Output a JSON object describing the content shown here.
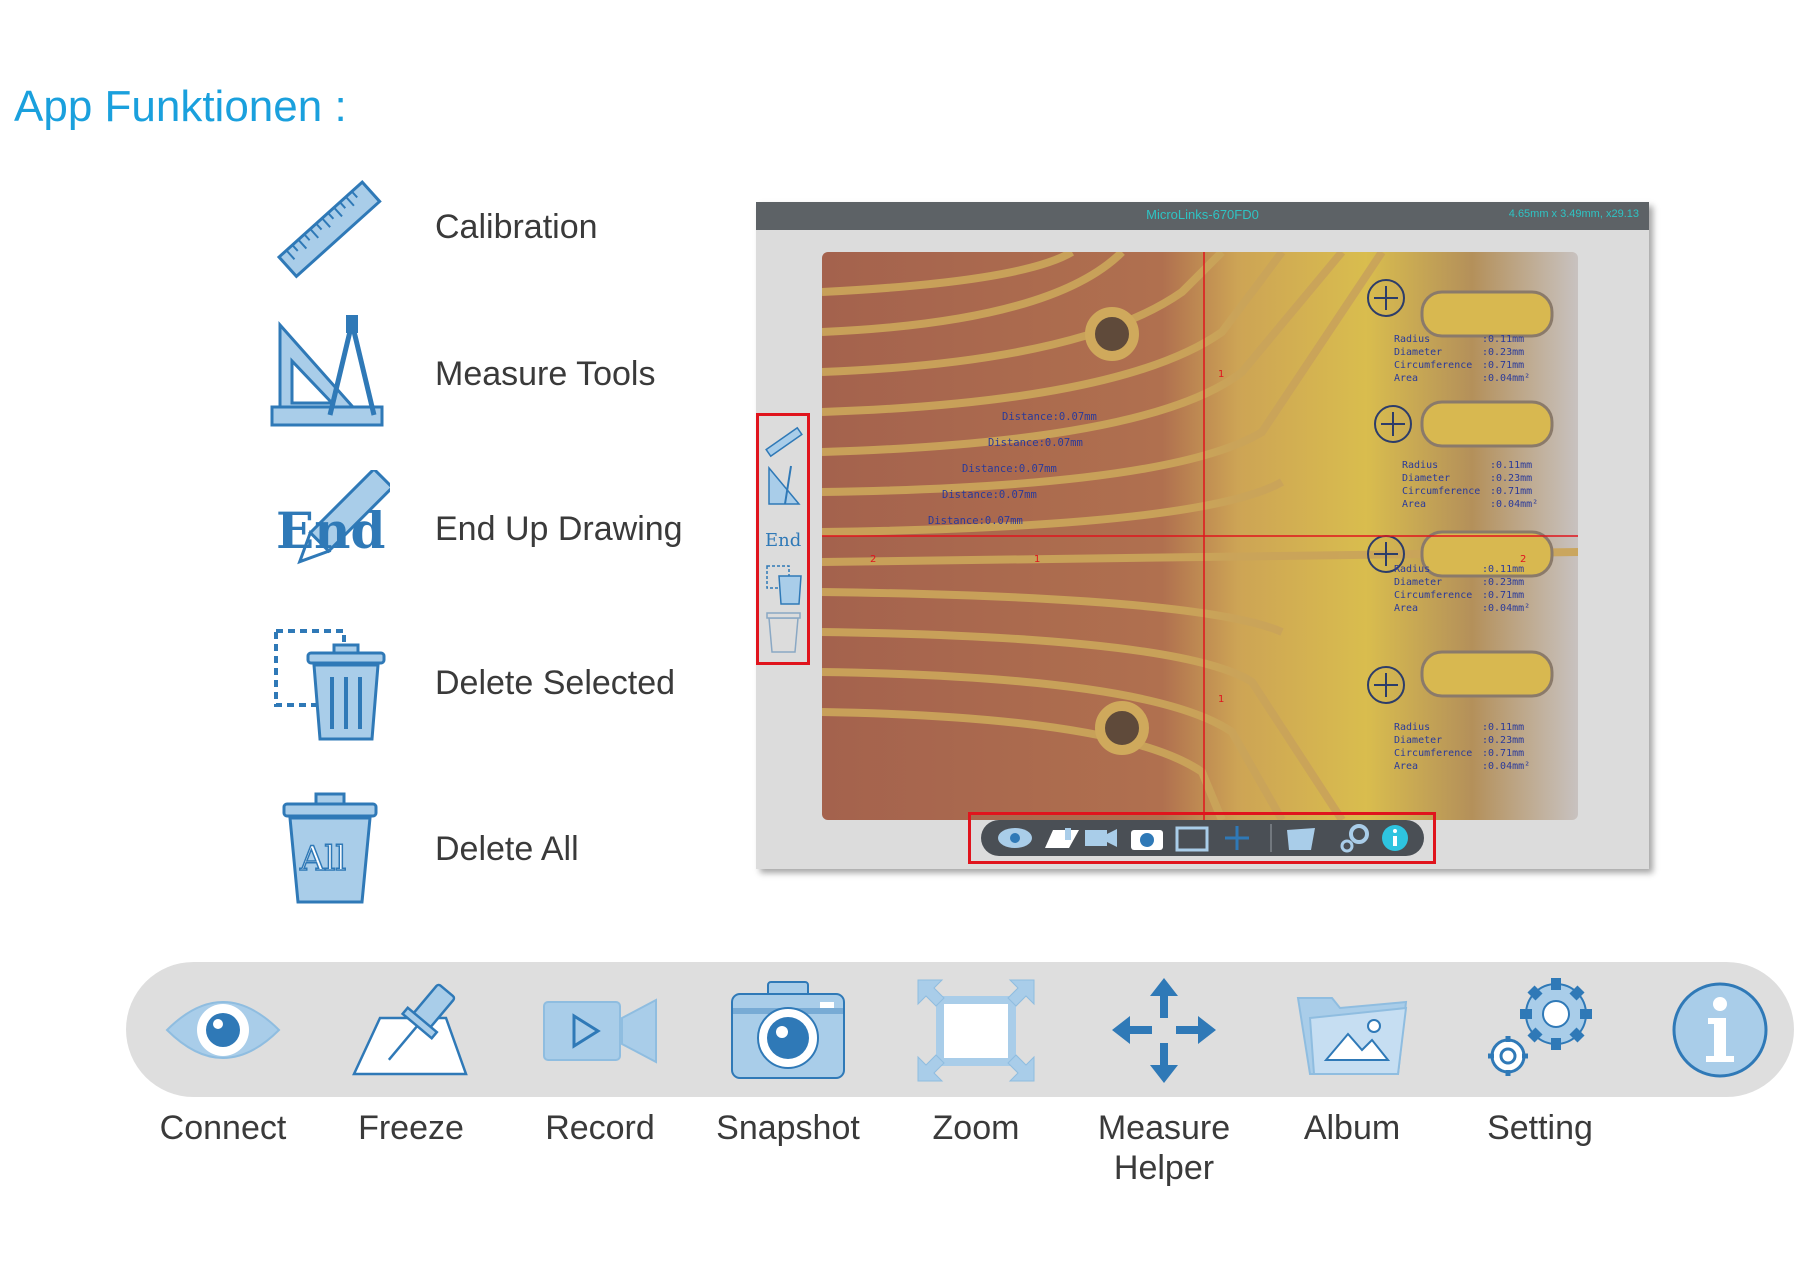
{
  "heading": "App Funktionen :",
  "features": [
    {
      "label": "Calibration",
      "icon": "ruler-icon"
    },
    {
      "label": "Measure Tools",
      "icon": "set-square-compass-icon"
    },
    {
      "label": "End Up Drawing",
      "icon": "end-pencil-icon"
    },
    {
      "label": "Delete Selected",
      "icon": "trash-selected-icon"
    },
    {
      "label": "Delete All",
      "icon": "trash-all-icon"
    }
  ],
  "end_icon_text": "End",
  "all_icon_text": "All",
  "screenshot": {
    "title": "MicroLinks-670FD0",
    "info": "4.65mm x 3.49mm, x29.13",
    "distance_labels": [
      "Distance:0.07mm",
      "Distance:0.07mm",
      "Distance:0.07mm",
      "Distance:0.07mm",
      "Distance:0.07mm"
    ],
    "circle_measure": {
      "radius_label": "Radius",
      "radius": ":0.11mm",
      "diameter_label": "Diameter",
      "diameter": ":0.23mm",
      "circumference_label": "Circumference",
      "circumference": ":0.71mm",
      "area_label": "Area",
      "area": ":0.04mm²"
    },
    "axis_ticks": [
      "1",
      "2",
      "1",
      "2",
      "1"
    ]
  },
  "toolbar": [
    {
      "label": "Connect",
      "icon": "eye-icon"
    },
    {
      "label": "Freeze",
      "icon": "pushpin-icon"
    },
    {
      "label": "Record",
      "icon": "video-camera-icon"
    },
    {
      "label": "Snapshot",
      "icon": "camera-icon"
    },
    {
      "label": "Zoom",
      "icon": "zoom-frame-icon"
    },
    {
      "label": "Measure Helper",
      "icon": "move-arrows-icon"
    },
    {
      "label": "Album",
      "icon": "album-folder-icon"
    },
    {
      "label": "Setting",
      "icon": "gears-icon"
    },
    {
      "label": "",
      "icon": "info-icon"
    }
  ],
  "colors": {
    "heading": "#1aa0dd",
    "icon_fill": "#a9cde9",
    "icon_stroke": "#2f79b7",
    "highlight": "#e0141d"
  }
}
